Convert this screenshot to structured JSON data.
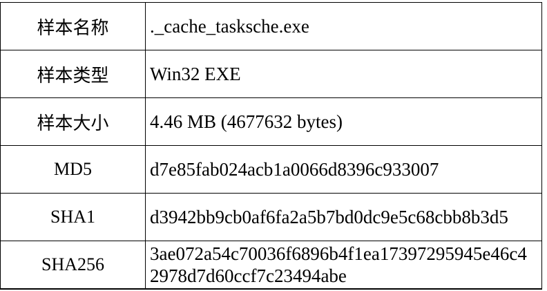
{
  "table": {
    "title": "sample-info",
    "colors": {
      "border": "#000000",
      "text": "#000000",
      "background": "#ffffff"
    },
    "rows": [
      {
        "label": "样本名称",
        "value": "._cache_tasksche.exe"
      },
      {
        "label": "样本类型",
        "value": "Win32 EXE"
      },
      {
        "label": "样本大小",
        "value": "4.46 MB (4677632 bytes)"
      },
      {
        "label": "MD5",
        "value": "d7e85fab024acb1a0066d8396c933007"
      },
      {
        "label": "SHA1",
        "value": "d3942bb9cb0af6fa2a5b7bd0dc9e5c68cbb8b3d5"
      },
      {
        "label": "SHA256",
        "value": "3ae072a54c70036f6896b4f1ea17397295945e46c42978d7d60ccf7c23494abe"
      }
    ]
  }
}
